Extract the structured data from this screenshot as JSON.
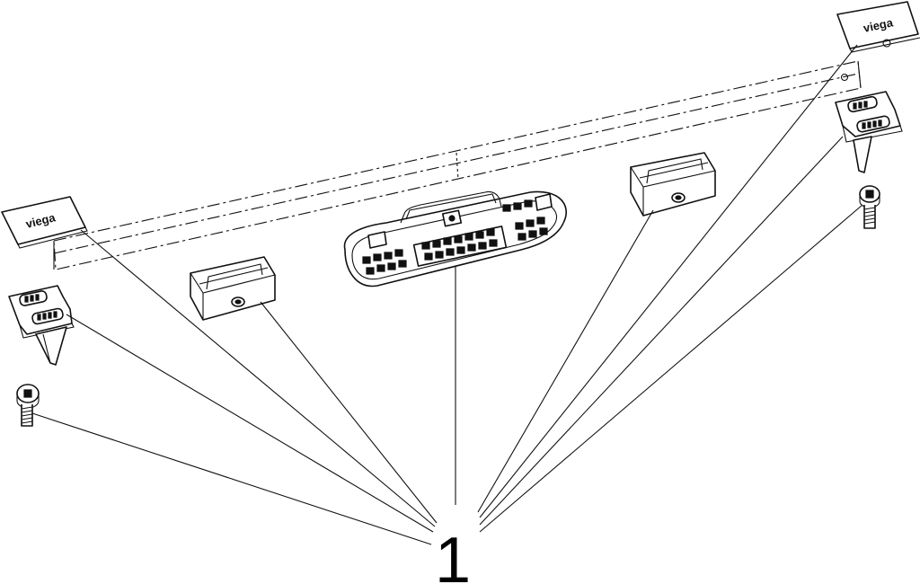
{
  "diagram": {
    "logo_text": "viega",
    "callout_label": "1",
    "callout_count": 9
  }
}
